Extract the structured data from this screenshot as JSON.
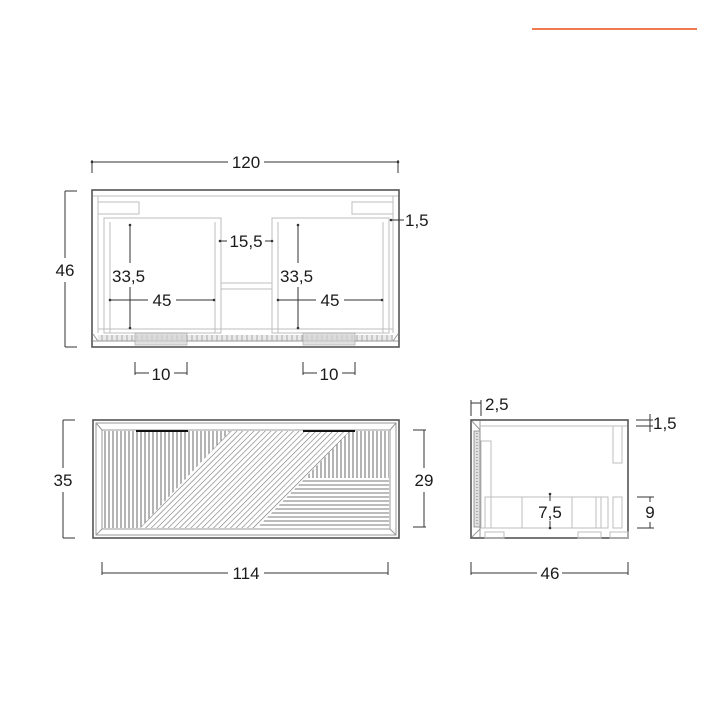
{
  "accent": {
    "color": "#f07a4f",
    "name": "orange-accent-line"
  },
  "views": {
    "top": {
      "label": "top-plan-view",
      "dims": {
        "overall_width": "120",
        "overall_depth": "46",
        "edge_offset": "1,5",
        "center_gap": "15,5",
        "basin_left_depth": "33,5",
        "basin_left_width": "45",
        "basin_right_depth": "33,5",
        "basin_right_width": "45",
        "handle_left_width": "10",
        "handle_right_width": "10"
      }
    },
    "front": {
      "label": "front-elevation-view",
      "dims": {
        "overall_height": "35",
        "drawer_height": "29",
        "overall_width": "114"
      }
    },
    "side": {
      "label": "side-section-view",
      "dims": {
        "front_panel_thickness": "2,5",
        "top_thickness": "1,5",
        "inner_step": "7,5",
        "bottom_clearance": "9",
        "overall_depth": "46"
      }
    }
  }
}
